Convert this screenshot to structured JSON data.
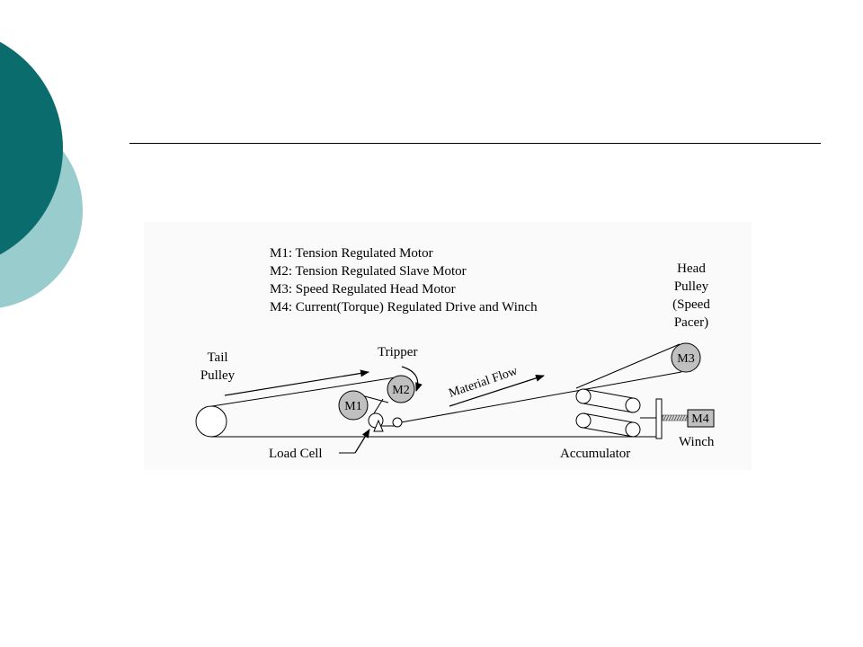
{
  "slide": {
    "accent_dark": "#0a6c6c",
    "accent_light": "#99cccc"
  },
  "legend": [
    "M1: Tension Regulated Motor",
    "M2: Tension Regulated Slave Motor",
    "M3: Speed Regulated Head Motor",
    "M4: Current(Torque) Regulated Drive and Winch"
  ],
  "labels": {
    "head_pulley_lines": [
      "Head",
      "Pulley",
      "(Speed",
      "Pacer)"
    ],
    "tail_pulley_lines": [
      "Tail",
      "Pulley"
    ],
    "tripper": "Tripper",
    "material_flow": "Material Flow",
    "load_cell": "Load Cell",
    "accumulator": "Accumulator",
    "winch": "Winch"
  },
  "motors": {
    "m1": "M1",
    "m2": "M2",
    "m3": "M3",
    "m4": "M4"
  }
}
